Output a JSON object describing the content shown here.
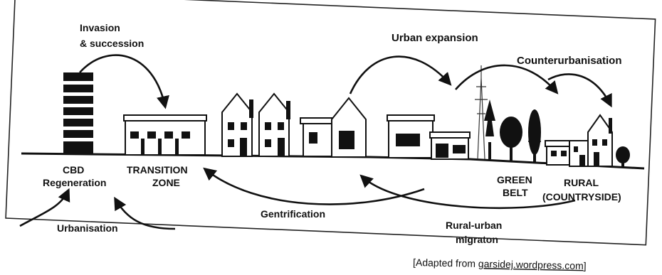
{
  "labels": {
    "invasion_line1": "Invasion",
    "invasion_line2": "& succession",
    "urban_expansion": "Urban expansion",
    "counterurbanisation": "Counterurbanisation",
    "cbd_line1": "CBD",
    "cbd_line2": "Regeneration",
    "transition_line1": "TRANSITION",
    "transition_line2": "ZONE",
    "green_line1": "GREEN",
    "green_line2": "BELT",
    "rural_line1": "RURAL",
    "rural_line2": "(COUNTRYSIDE)",
    "urbanisation": "Urbanisation",
    "gentrification": "Gentrification",
    "rural_urban_line1": "Rural-urban",
    "rural_urban_line2": "migraton"
  },
  "source": {
    "prefix": "[Adapted from ",
    "link": "garsidej.wordpress.com",
    "suffix": "]"
  }
}
